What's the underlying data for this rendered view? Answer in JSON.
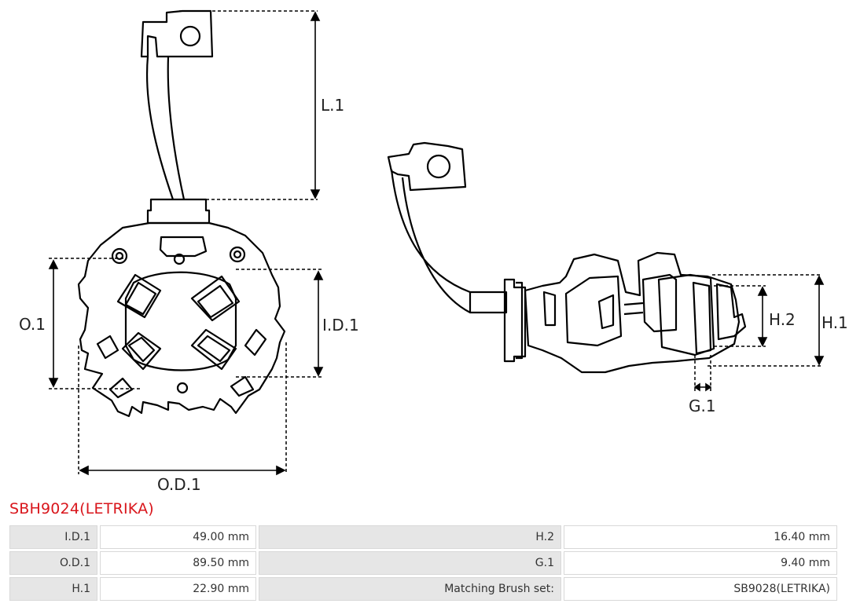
{
  "product": {
    "title": "SBH9024(LETRIKA)"
  },
  "drawing_labels": {
    "l1": "L.1",
    "o1": "O.1",
    "id1": "I.D.1",
    "od1": "O.D.1",
    "h1": "H.1",
    "h2": "H.2",
    "g1": "G.1"
  },
  "specs": [
    {
      "label_a": "I.D.1",
      "value_a": "49.00 mm",
      "label_b": "H.2",
      "value_b": "16.40 mm"
    },
    {
      "label_a": "O.D.1",
      "value_a": "89.50 mm",
      "label_b": "G.1",
      "value_b": "9.40 mm"
    },
    {
      "label_a": "H.1",
      "value_a": "22.90 mm",
      "label_b": "Matching Brush set:",
      "value_b": "SB9028(LETRIKA)"
    }
  ],
  "colors": {
    "title": "#d9161c",
    "label_cell": "#e6e6e6",
    "line": "#000000"
  }
}
